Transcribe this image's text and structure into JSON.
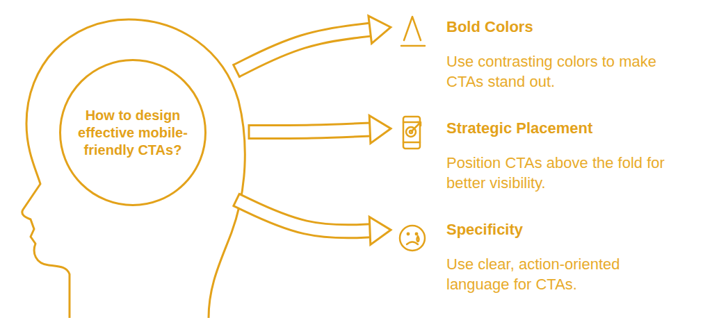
{
  "diagram": {
    "nodes": [
      {
        "text": [
          "How to design effective mobile-friendly CTAs?"
        ]
      },
      {
        "text": [
          "Bold Colors",
          "Use contrasting colors to make CTAs stand out."
        ]
      },
      {
        "text": [
          "Strategic Placement",
          "Position CTAs above the fold for better visibility."
        ]
      },
      {
        "text": [
          "Specificity",
          "Use clear, action-oriented language for CTAs."
        ]
      }
    ],
    "edges": [
      {
        "from": 0,
        "to": 1,
        "arrow": "to"
      },
      {
        "from": 0,
        "to": 2,
        "arrow": "to"
      },
      {
        "from": 0,
        "to": 3,
        "arrow": "to"
      }
    ]
  }
}
